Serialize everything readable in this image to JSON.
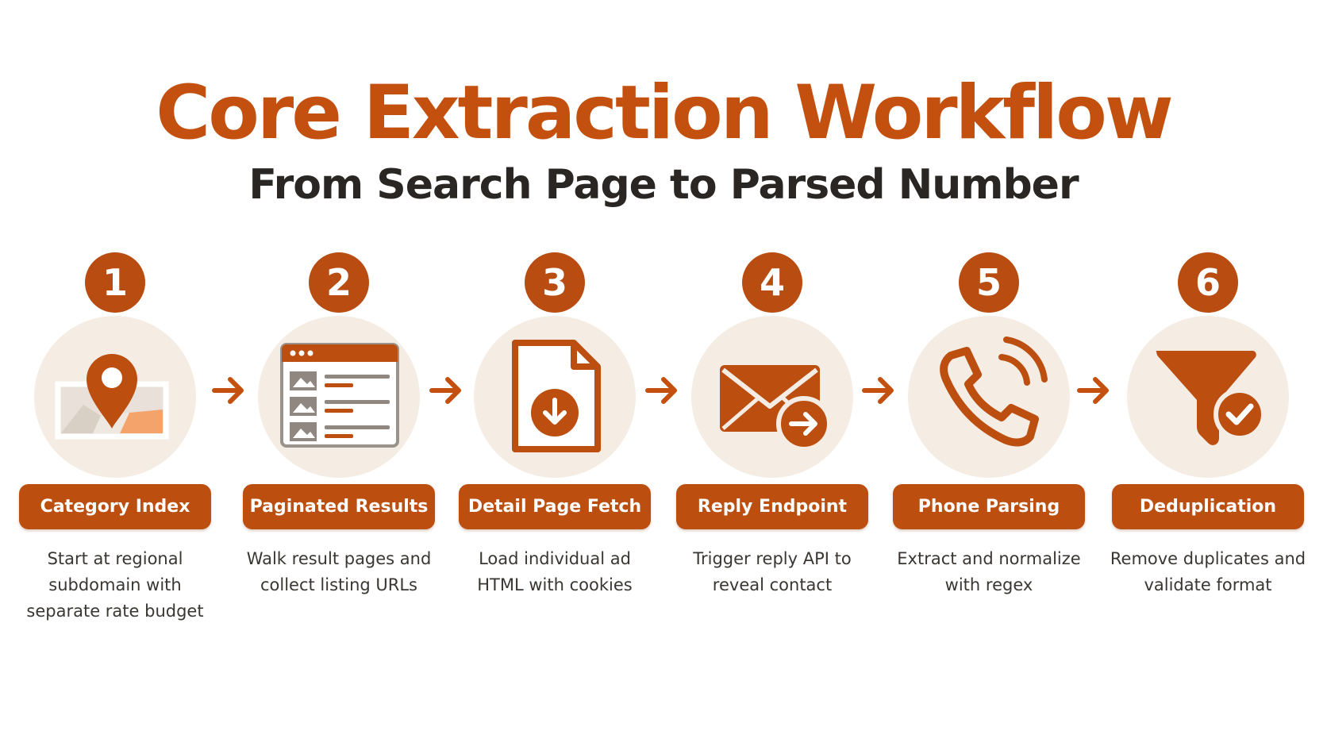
{
  "header": {
    "title": "Core Extraction Workflow",
    "subtitle": "From Search Page to Parsed Number"
  },
  "colors": {
    "accent": "#bc4e10",
    "disc_background": "#f5ede4",
    "text_dark": "#2a2623"
  },
  "steps": [
    {
      "number": "1",
      "label": "Category Index",
      "description": "Start at regional subdomain with separate rate budget",
      "icon": "map-pin-icon"
    },
    {
      "number": "2",
      "label": "Paginated Results",
      "description": "Walk result pages and collect listing URLs",
      "icon": "results-page-icon"
    },
    {
      "number": "3",
      "label": "Detail Page Fetch",
      "description": "Load individual ad HTML with cookies",
      "icon": "document-download-icon"
    },
    {
      "number": "4",
      "label": "Reply Endpoint",
      "description": "Trigger reply API to reveal contact",
      "icon": "envelope-send-icon"
    },
    {
      "number": "5",
      "label": "Phone Parsing",
      "description": "Extract and normalize with regex",
      "icon": "phone-icon"
    },
    {
      "number": "6",
      "label": "Deduplication",
      "description": "Remove duplicates and validate format",
      "icon": "filter-check-icon"
    }
  ]
}
